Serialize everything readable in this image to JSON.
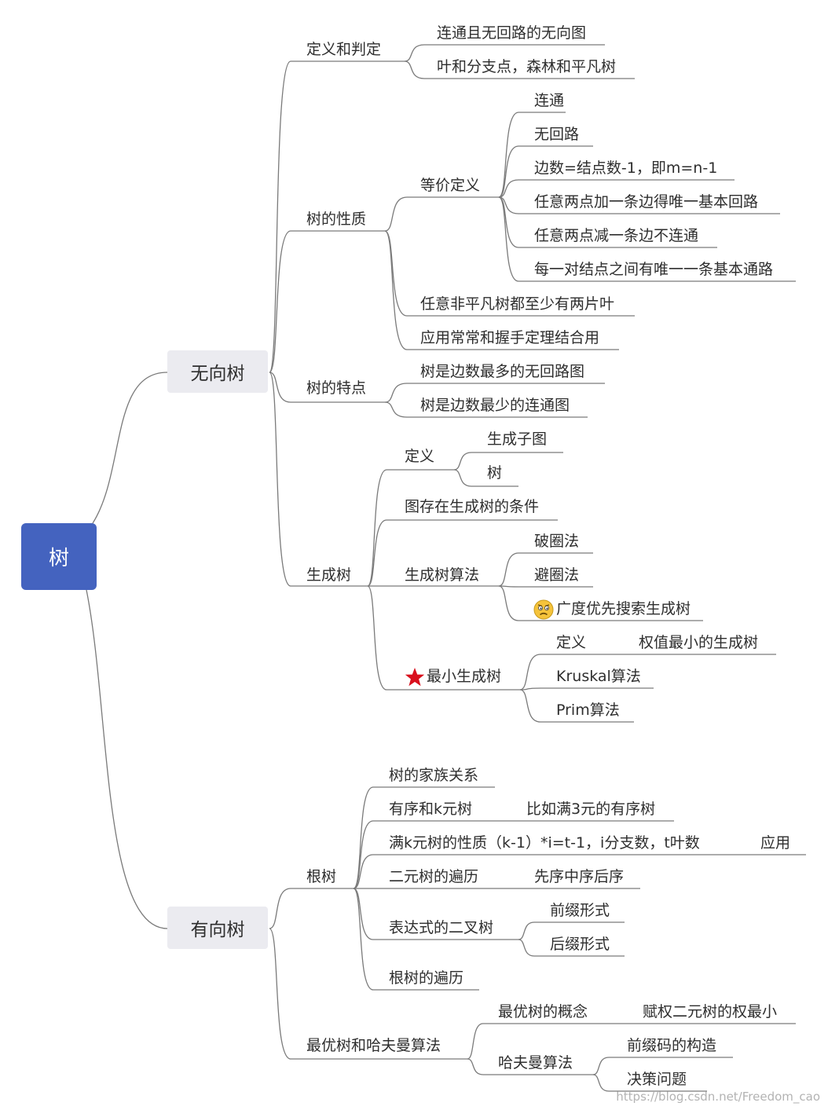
{
  "diagram": {
    "root": "树",
    "undirected": {
      "title": "无向树",
      "def_judge": "定义和判定",
      "def_1": "连通且无回路的无向图",
      "def_2": "叶和分支点，森林和平凡树",
      "props": "树的性质",
      "equiv": "等价定义",
      "eq_1": "连通",
      "eq_2": "无回路",
      "eq_3": "边数=结点数-1，即m=n-1",
      "eq_4": "任意两点加一条边得唯一基本回路",
      "eq_5": "任意两点减一条边不连通",
      "eq_6": "每一对结点之间有唯一一条基本通路",
      "prop_2": "任意非平凡树都至少有两片叶",
      "prop_3": "应用常常和握手定理结合用",
      "features": "树的特点",
      "feat_1": "树是边数最多的无回路图",
      "feat_2": "树是边数最少的连通图",
      "span": "生成树",
      "span_def": "定义",
      "span_def_1": "生成子图",
      "span_def_2": "树",
      "span_cond": "图存在生成树的条件",
      "span_alg": "生成树算法",
      "alg_1": "破圈法",
      "alg_2": "避圈法",
      "alg_3": "广度优先搜索生成树",
      "mst": "最小生成树",
      "mst_def": "定义",
      "mst_def_val": "权值最小的生成树",
      "mst_kruskal": "Kruskal算法",
      "mst_prim": "Prim算法"
    },
    "directed": {
      "title": "有向树",
      "rooted": "根树",
      "family": "树的家族关系",
      "ordered": "有序和k元树",
      "ordered_ex": "比如满3元的有序树",
      "full_k": "满k元树的性质（k-1）*i=t-1，i分支数，t叶数",
      "full_k_app": "应用",
      "binary_trav": "二元树的遍历",
      "binary_trav_val": "先序中序后序",
      "expr_tree": "表达式的二叉树",
      "prefix": "前缀形式",
      "postfix": "后缀形式",
      "root_trav": "根树的遍历",
      "optimal": "最优树和哈夫曼算法",
      "opt_concept": "最优树的概念",
      "opt_concept_val": "赋权二元树的权最小",
      "huffman": "哈夫曼算法",
      "prefix_code": "前缀码的构造",
      "decision": "决策问题"
    }
  },
  "icons": {
    "worried": "worried-face-icon",
    "star": "red-star-icon"
  },
  "colors": {
    "root": "#4463bf",
    "main_topic": "#ebebf0",
    "line": "#7a7a7a",
    "star": "#d9101d",
    "face": "#f5c33b"
  },
  "watermark": "https://blog.csdn.net/Freedom_cao"
}
